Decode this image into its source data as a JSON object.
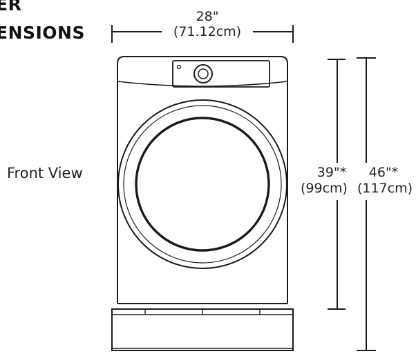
{
  "title": {
    "line1": "ER",
    "line2": "ENSIONS"
  },
  "view_label": "Front View",
  "dimensions": {
    "width": {
      "imperial": "28\"",
      "metric": "(71.12cm)"
    },
    "height_cabinet": {
      "imperial": "39\"*",
      "metric": "(99cm)"
    },
    "height_total": {
      "imperial": "46\"*",
      "metric": "(117cm)"
    }
  }
}
